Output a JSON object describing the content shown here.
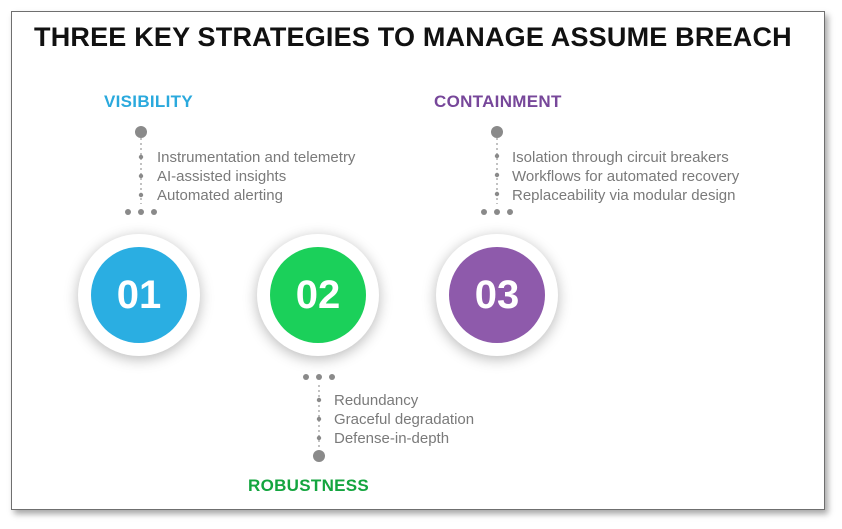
{
  "title": "THREE KEY STRATEGIES TO MANAGE ASSUME BREACH",
  "strategies": [
    {
      "number": "01",
      "heading": "VISIBILITY",
      "color": "#2aaee2",
      "items": [
        "Instrumentation and telemetry",
        "AI-assisted insights",
        "Automated alerting"
      ]
    },
    {
      "number": "02",
      "heading": "ROBUSTNESS",
      "color": "#1bd05a",
      "items": [
        "Redundancy",
        "Graceful degradation",
        "Defense-in-depth"
      ]
    },
    {
      "number": "03",
      "heading": "CONTAINMENT",
      "color": "#8e5aab",
      "items": [
        "Isolation through circuit breakers",
        "Workflows for automated recovery",
        "Replaceability via modular design"
      ]
    }
  ]
}
